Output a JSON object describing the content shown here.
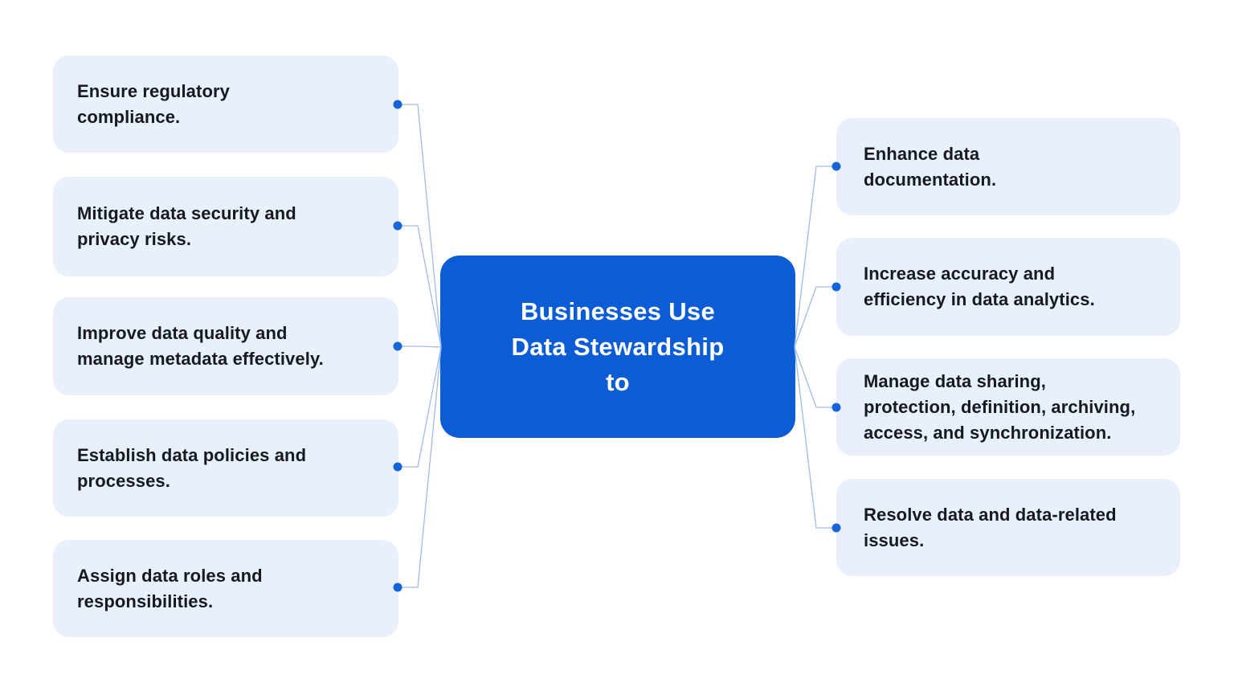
{
  "diagram": {
    "center_node": {
      "lines": [
        "Businesses Use",
        "Data Stewardship",
        "to"
      ]
    },
    "left_nodes": [
      {
        "lines": [
          "Ensure regulatory",
          "compliance."
        ]
      },
      {
        "lines": [
          "Mitigate data security and",
          "privacy risks."
        ]
      },
      {
        "lines": [
          "Improve data quality and",
          "manage metadata effectively."
        ]
      },
      {
        "lines": [
          "Establish data policies and",
          "processes."
        ]
      },
      {
        "lines": [
          "Assign data roles and",
          "responsibilities."
        ]
      }
    ],
    "right_nodes": [
      {
        "lines": [
          "Enhance data",
          "documentation."
        ]
      },
      {
        "lines": [
          "Increase accuracy and",
          "efficiency in data analytics."
        ]
      },
      {
        "lines": [
          "Manage data sharing,",
          "protection, definition, archiving,",
          "access, and synchronization."
        ]
      },
      {
        "lines": [
          "Resolve data and data-related",
          "issues."
        ]
      }
    ],
    "colors": {
      "center_bg": "#0c5cd5",
      "card_bg": "#e9effb",
      "connector_line": "#9fbce8",
      "connector_dot": "#1565d9",
      "text": "#151a21",
      "center_text": "#ffffff",
      "page_bg": "#ffffff"
    }
  }
}
